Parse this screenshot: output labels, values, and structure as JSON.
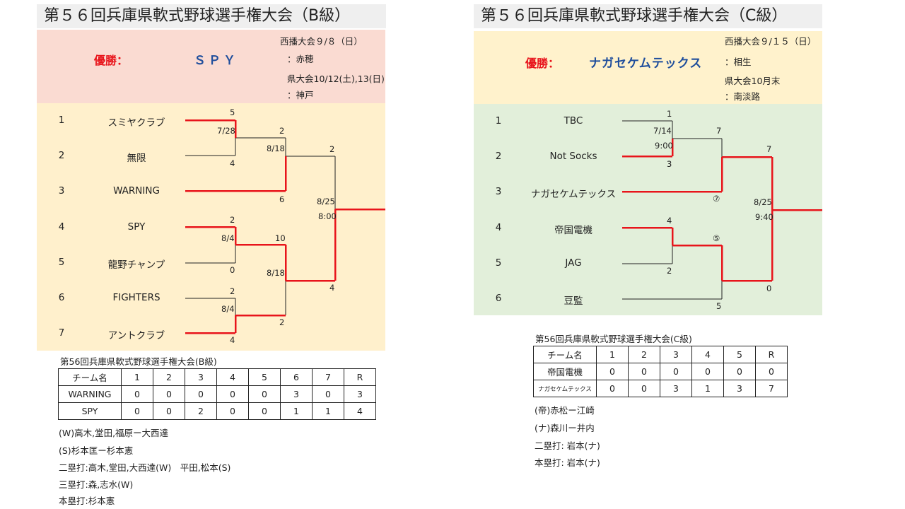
{
  "b": {
    "title": "第５６回兵庫県軟式野球選手権大会（B級）",
    "winner_label": "優勝：",
    "winner": "ＳＰＹ",
    "info": [
      "西播大会９/８（日）",
      "：赤穂",
      "県大会10/12(土),13(日)",
      "：神戸"
    ],
    "teams": [
      {
        "seed": "1",
        "name": "スミヤクラブ"
      },
      {
        "seed": "2",
        "name": "無限"
      },
      {
        "seed": "3",
        "name": "WARNING"
      },
      {
        "seed": "4",
        "name": "SPY"
      },
      {
        "seed": "5",
        "name": "龍野チャンプ"
      },
      {
        "seed": "6",
        "name": "FIGHTERS"
      },
      {
        "seed": "7",
        "name": "アントクラブ"
      }
    ],
    "bracket_labels": {
      "s1": "5",
      "d1": "7/28",
      "s2": "4",
      "s3": "2",
      "d3": "8/18",
      "s4": "6",
      "s5": "2",
      "d5": "8/4",
      "s6": "0",
      "s7": "2",
      "d7": "8/4",
      "s8": "4",
      "s9": "10",
      "d9": "8/18",
      "s10": "2",
      "s11": "2",
      "d11": "8/25",
      "t11": "8:00",
      "s12": "4"
    },
    "box": {
      "caption": "第56回兵庫県軟式野球選手権大会(B級)",
      "headers": [
        "チーム名",
        "1",
        "2",
        "3",
        "4",
        "5",
        "6",
        "7",
        "R"
      ],
      "rows": [
        [
          "WARNING",
          "0",
          "0",
          "0",
          "0",
          "0",
          "3",
          "0",
          "3"
        ],
        [
          "SPY",
          "0",
          "0",
          "2",
          "0",
          "0",
          "1",
          "1",
          "4"
        ]
      ]
    },
    "notes": [
      "(W)高木,堂田,福原ー大西達",
      "(S)杉本匡ー杉本憲",
      "二塁打:高木,堂田,大西達(W)　平田,松本(S)",
      "三塁打:森,志水(W)",
      "本塁打:杉本憲"
    ]
  },
  "c": {
    "title": "第５６回兵庫県軟式野球選手権大会（C級）",
    "winner_label": "優勝：",
    "winner": "ナガセケムテックス",
    "info": [
      "西播大会９/１５（日）",
      "：相生",
      "県大会10月末",
      "：南淡路"
    ],
    "teams": [
      {
        "seed": "1",
        "name": "TBC"
      },
      {
        "seed": "2",
        "name": "Not Socks"
      },
      {
        "seed": "3",
        "name": "ナガセケムテックス"
      },
      {
        "seed": "4",
        "name": "帝国電機"
      },
      {
        "seed": "5",
        "name": "JAG"
      },
      {
        "seed": "6",
        "name": "豆監"
      }
    ],
    "bracket_labels": {
      "s1": "1",
      "d1": "7/14",
      "t1": "9:00",
      "s2": "3",
      "s3": "7",
      "s4": "⑦",
      "s5": "4",
      "s6": "2",
      "s7": "⑤",
      "s8": "5",
      "s9": "7",
      "d9": "8/25",
      "t9": "9:40",
      "s10": "0"
    },
    "box": {
      "caption": "第56回兵庫県軟式野球選手権大会(C級)",
      "headers": [
        "チーム名",
        "1",
        "2",
        "3",
        "4",
        "5",
        "R"
      ],
      "rows": [
        [
          "帝国電機",
          "0",
          "0",
          "0",
          "0",
          "0",
          "0"
        ],
        [
          "ナガセケムテックス",
          "0",
          "0",
          "3",
          "1",
          "3",
          "7"
        ]
      ]
    },
    "notes": [
      "(帝)赤松ー江崎",
      "(ナ)森川ー井内",
      "二塁打: 岩本(ナ)",
      "本塁打: 岩本(ナ)"
    ]
  },
  "colors": {
    "b_header_bg": "#fadbd2",
    "b_bracket_bg": "#fff0cc",
    "c_header_bg": "#fff2cc",
    "c_bracket_bg": "#e2efda",
    "win_line": "#e8141b",
    "winner_label": "#e8141b",
    "winner_name": "#1f4e9c"
  }
}
